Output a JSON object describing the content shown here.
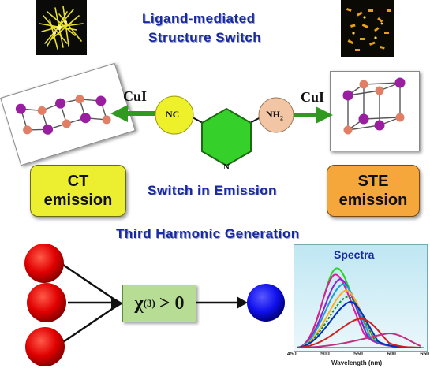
{
  "title": {
    "line1": "Ligand-mediated",
    "line2": "Structure Switch"
  },
  "reagents": {
    "left": "CuI",
    "right": "CuI"
  },
  "ligand_groups": {
    "left": "NC",
    "right_main": "NH",
    "right_sub": "2",
    "ring_atom": "N"
  },
  "emission_boxes": {
    "left": {
      "line1": "CT",
      "line2": "emission"
    },
    "right": {
      "line1": "STE",
      "line2": "emission"
    }
  },
  "switch_text": "Switch in Emission",
  "thg_text": "Third Harmonic Generation",
  "chi": {
    "symbol": "χ",
    "order": "(3)",
    "relation": "> 0"
  },
  "spectra": {
    "title": "Spectra",
    "xlabel": "Wavelength (nm)",
    "ticks": [
      "450",
      "500",
      "550",
      "600",
      "650"
    ]
  },
  "colors": {
    "title_blue": "#1a2a9c",
    "ct_box": "#ecef2f",
    "ste_box": "#f6a73c",
    "arrow_green": "#2f9a1f",
    "ring_green": "#35d02a",
    "input_red": "#e00000",
    "output_blue": "#1010ee"
  }
}
